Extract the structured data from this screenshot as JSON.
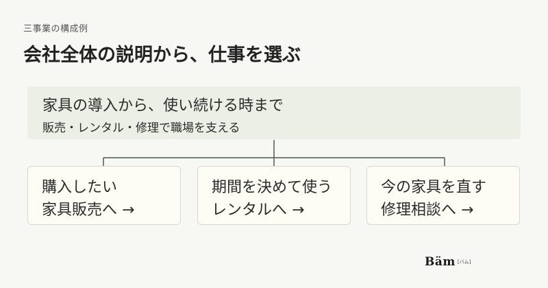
{
  "eyebrow": "三事業の構成例",
  "title": "会社全体の説明から、仕事を選ぶ",
  "banner": {
    "line1": "家具の導入から、使い続ける時まで",
    "line2": "販売・レンタル・修理で職場を支える"
  },
  "cards": [
    {
      "line1": "購入したい",
      "line2": "家具販売へ →"
    },
    {
      "line1": "期間を決めて使う",
      "line2": "レンタルへ →"
    },
    {
      "line1": "今の家具を直す",
      "line2": "修理相談へ →"
    }
  ],
  "logo": {
    "main": "Bäm",
    "sub": "[バム]"
  },
  "colors": {
    "background": "#f7f7f4",
    "banner": "#ecefe6",
    "card": "#fdfdf6",
    "connector": "#4a5a52"
  }
}
